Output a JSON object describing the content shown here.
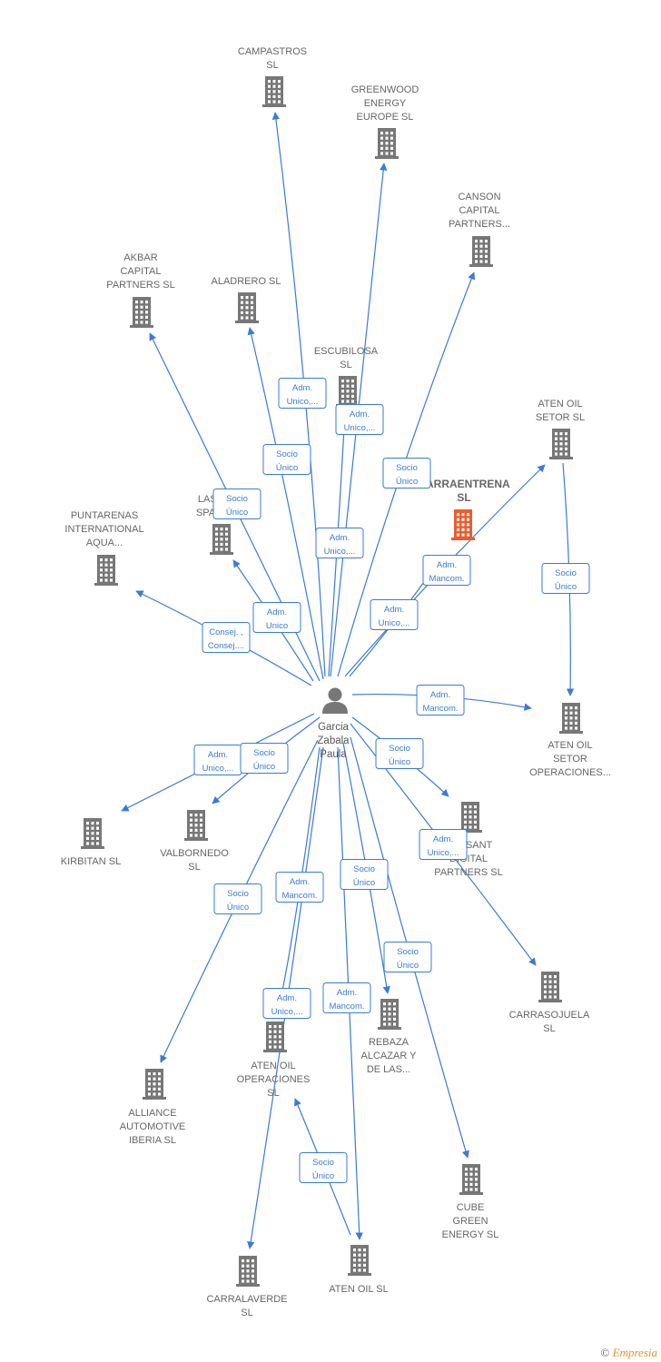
{
  "colors": {
    "edge": "#3a7bd5",
    "building": "#777777",
    "building_highlight": "#f15a2b",
    "person": "#777777"
  },
  "person": {
    "lines": [
      "Garcia",
      "Zabala",
      "Paula"
    ],
    "icon": "person-icon"
  },
  "companies": [
    {
      "id": "campastros",
      "lines": [
        "CAMPASTROS",
        "SL"
      ]
    },
    {
      "id": "greenwood",
      "lines": [
        "GREENWOOD",
        "ENERGY",
        "EUROPE  SL"
      ]
    },
    {
      "id": "canson",
      "lines": [
        "CANSON",
        "CAPITAL",
        "PARTNERS..."
      ]
    },
    {
      "id": "akbar",
      "lines": [
        "AKBAR",
        "CAPITAL",
        "PARTNERS  SL"
      ]
    },
    {
      "id": "aladrero",
      "lines": [
        "ALADRERO  SL"
      ]
    },
    {
      "id": "escubilosa",
      "lines": [
        "ESCUBILOSA",
        "SL"
      ]
    },
    {
      "id": "aten-oil-setor",
      "lines": [
        "ATEN OIL",
        "SETOR  SL"
      ]
    },
    {
      "id": "carraentrena",
      "lines": [
        "CARRAENTRENA",
        "SL"
      ],
      "highlight": true
    },
    {
      "id": "lasp-spain",
      "lines": [
        "LASP",
        "SPAIN"
      ]
    },
    {
      "id": "puntarenas",
      "lines": [
        "PUNTARENAS",
        "INTERNATIONAL",
        "AQUA..."
      ]
    },
    {
      "id": "aten-oil-setor-op",
      "lines": [
        "ATEN OIL",
        "SETOR",
        "OPERACIONES..."
      ]
    },
    {
      "id": "kirbitan",
      "lines": [
        "KIRBITAN  SL"
      ]
    },
    {
      "id": "valbornedo",
      "lines": [
        "VALBORNEDO",
        "SL"
      ]
    },
    {
      "id": "cansant",
      "lines": [
        "CANSANT",
        "DIGITAL",
        "PARTNERS  SL"
      ]
    },
    {
      "id": "carrasojuela",
      "lines": [
        "CARRASOJUELA",
        "SL"
      ]
    },
    {
      "id": "rebaza",
      "lines": [
        "REBAZA",
        "ALCAZAR Y",
        "DE LAS..."
      ]
    },
    {
      "id": "aten-oil-op",
      "lines": [
        "ATEN OIL",
        "OPERACIONES",
        "SL"
      ]
    },
    {
      "id": "alliance",
      "lines": [
        "ALLIANCE",
        "AUTOMOTIVE",
        "IBERIA  SL"
      ]
    },
    {
      "id": "cube",
      "lines": [
        "CUBE",
        "GREEN",
        "ENERGY  SL"
      ]
    },
    {
      "id": "carralaverde",
      "lines": [
        "CARRALAVERDE",
        "SL"
      ]
    },
    {
      "id": "aten-oil",
      "lines": [
        "ATEN OIL  SL"
      ]
    }
  ],
  "relations": [
    {
      "from": "person",
      "to": "campastros",
      "lines": [
        "Adm.",
        "Unico,..."
      ]
    },
    {
      "from": "person",
      "to": "greenwood",
      "lines": [
        "Adm.",
        "Unico,..."
      ]
    },
    {
      "from": "person",
      "to": "canson",
      "lines": [
        "Socio",
        "Único"
      ]
    },
    {
      "from": "person",
      "to": "akbar",
      "lines": [
        "Socio",
        "Único"
      ]
    },
    {
      "from": "person",
      "to": "aladrero",
      "lines": [
        "Socio",
        "Único"
      ]
    },
    {
      "from": "person",
      "to": "escubilosa",
      "lines": [
        "Adm.",
        "Unico,..."
      ]
    },
    {
      "from": "person",
      "to": "aten-oil-setor",
      "lines": [
        "Adm.",
        "Unico,..."
      ]
    },
    {
      "from": "person",
      "to": "carraentrena",
      "lines": [
        "Adm.",
        "Mancom."
      ]
    },
    {
      "from": "person",
      "to": "lasp-spain",
      "lines": [
        "Adm.",
        "Unico"
      ]
    },
    {
      "from": "person",
      "to": "puntarenas",
      "lines": [
        "Consej. ,",
        "Consej...."
      ]
    },
    {
      "from": "person",
      "to": "aten-oil-setor-op",
      "lines": [
        "Adm.",
        "Mancom."
      ]
    },
    {
      "from": "aten-oil-setor",
      "to": "aten-oil-setor-op",
      "lines": [
        "Socio",
        "Único"
      ]
    },
    {
      "from": "person",
      "to": "kirbitan",
      "lines": [
        "Adm.",
        "Unico,..."
      ]
    },
    {
      "from": "person",
      "to": "valbornedo",
      "lines": [
        "Socio",
        "Único"
      ]
    },
    {
      "from": "person",
      "to": "cansant",
      "lines": [
        "Socio",
        "Único"
      ]
    },
    {
      "from": "person",
      "to": "carrasojuela",
      "lines": [
        "Adm.",
        "Unico,..."
      ]
    },
    {
      "from": "person",
      "to": "rebaza",
      "lines": [
        "Socio",
        "Único"
      ]
    },
    {
      "from": "person",
      "to": "alliance",
      "lines": [
        "Socio",
        "Único"
      ]
    },
    {
      "from": "person",
      "to": "cube",
      "lines": [
        "Socio",
        "Único"
      ]
    },
    {
      "from": "person",
      "to": "carralaverde",
      "lines": [
        "Adm.",
        "Mancom."
      ]
    },
    {
      "from": "person",
      "to": "aten-oil-op",
      "lines": [
        "Adm.",
        "Unico,..."
      ]
    },
    {
      "from": "person",
      "to": "aten-oil",
      "lines": [
        "Adm.",
        "Mancom."
      ]
    },
    {
      "from": "aten-oil",
      "to": "aten-oil-op",
      "lines": [
        "Socio",
        "Único"
      ]
    }
  ],
  "credit": {
    "symbol": "©",
    "brand": "Empresia"
  }
}
